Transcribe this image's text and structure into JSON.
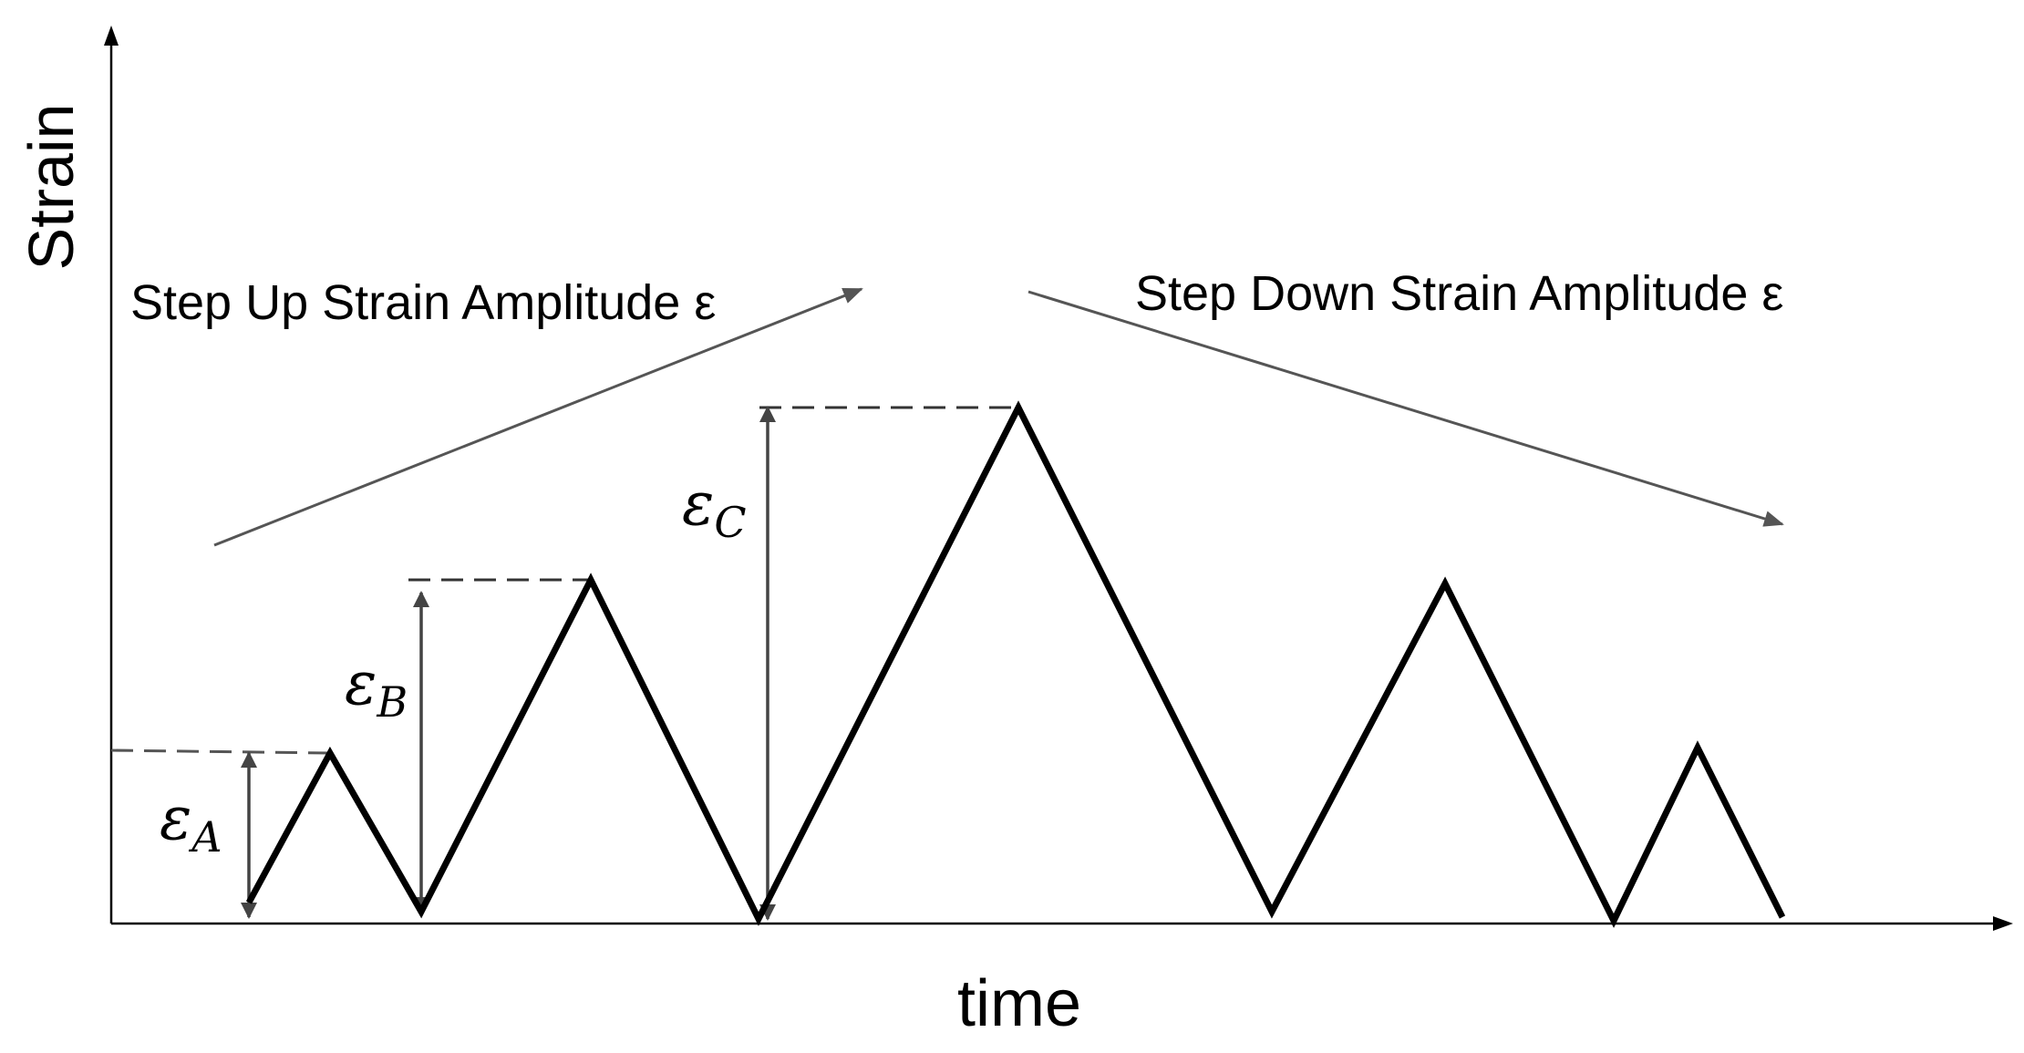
{
  "axes": {
    "y_label": "Strain",
    "x_label": "time"
  },
  "annotations": {
    "step_up": "Step Up Strain Amplitude ε",
    "step_down": "Step Down Strain Amplitude ε"
  },
  "amplitudes": [
    {
      "symbol": "ε",
      "subscript": "A",
      "relative_level": 0.19
    },
    {
      "symbol": "ε",
      "subscript": "B",
      "relative_level": 0.38
    },
    {
      "symbol": "ε",
      "subscript": "C",
      "relative_level": 0.57
    }
  ],
  "waveform_peak_levels": [
    "A",
    "B",
    "C",
    "B",
    "A"
  ],
  "colors": {
    "signal": "#000000",
    "arrow": "#555555",
    "dashed": "#555555"
  }
}
